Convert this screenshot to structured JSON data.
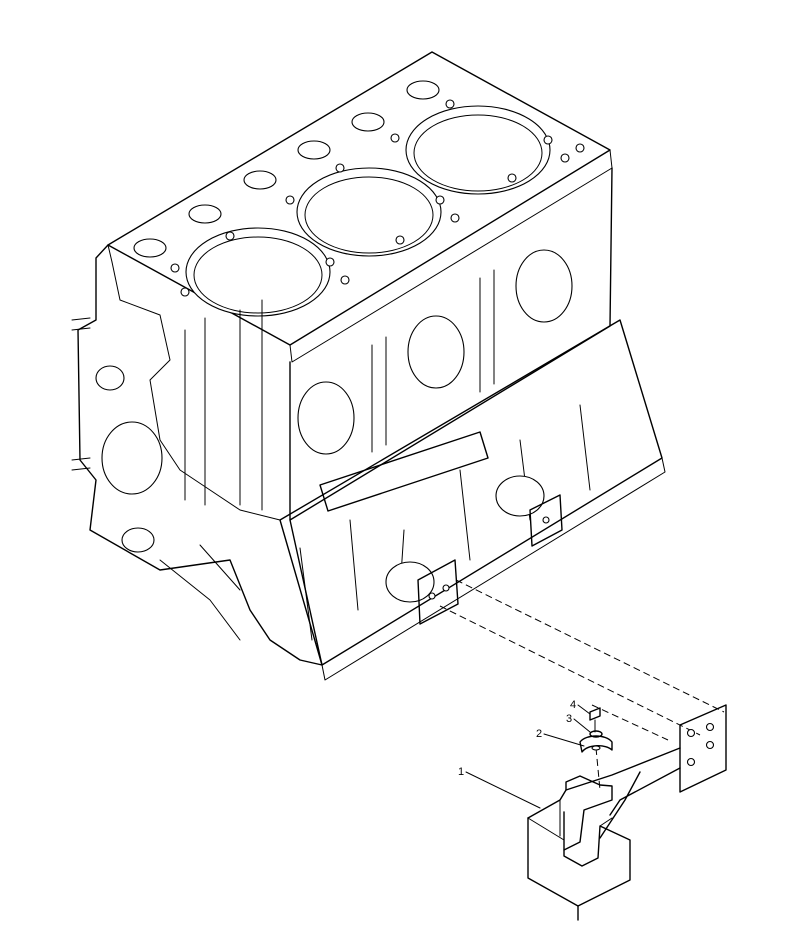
{
  "diagram": {
    "subject": "",
    "callouts": [
      {
        "id": "callout-1",
        "label": "1"
      },
      {
        "id": "callout-2",
        "label": "2"
      },
      {
        "id": "callout-3",
        "label": "3"
      },
      {
        "id": "callout-4",
        "label": "4"
      }
    ]
  }
}
